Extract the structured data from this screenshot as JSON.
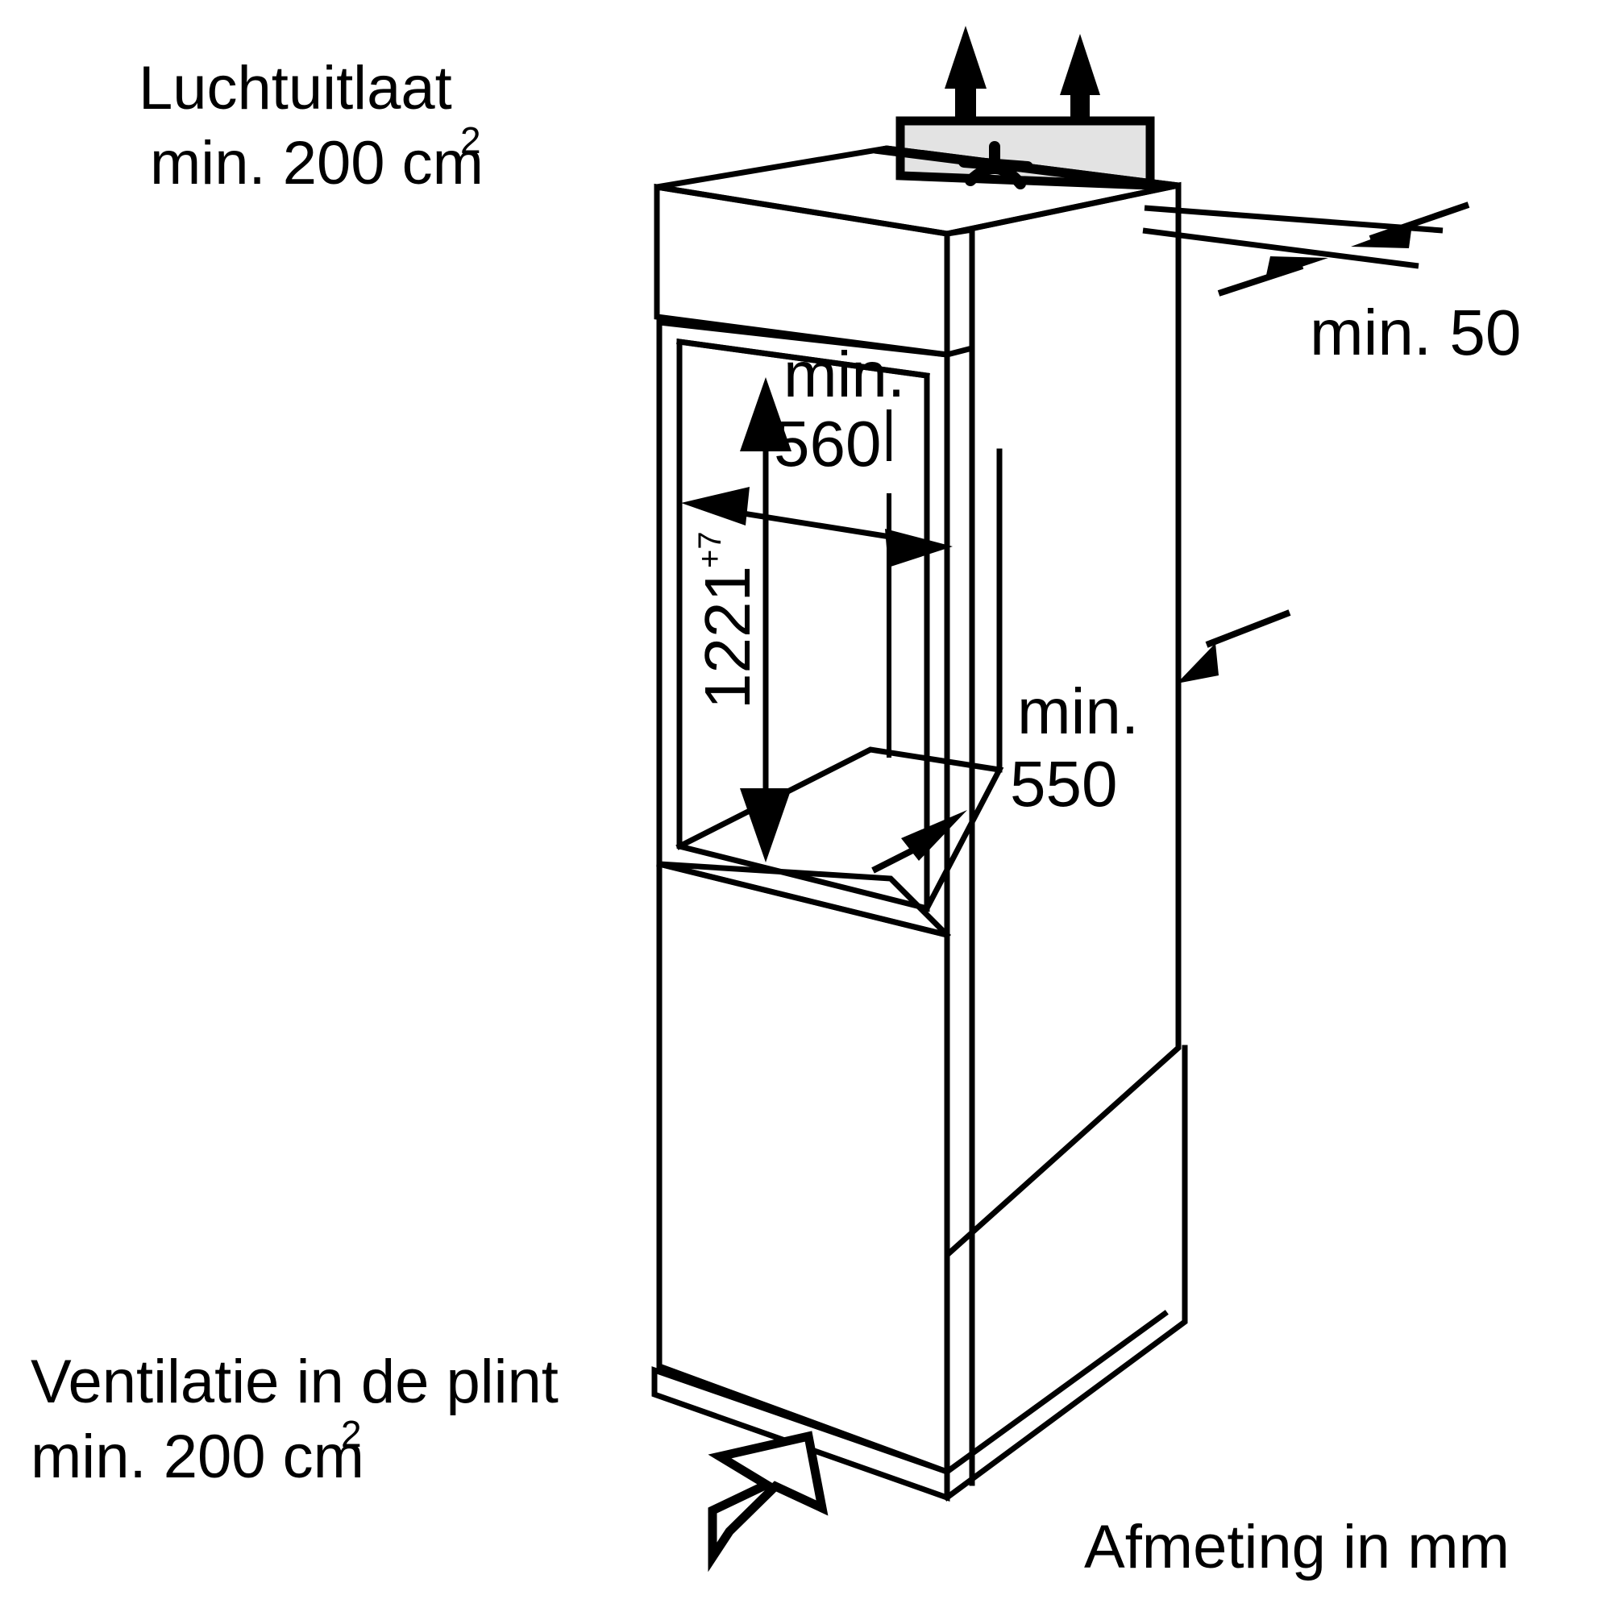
{
  "diagram": {
    "title": "Inbouw nis afmetingen",
    "units_note": "Afmeting in mm",
    "line_color": "#000000",
    "vent_panel_color": "#e3e3e3",
    "background": "#ffffff"
  },
  "labels": {
    "air_outlet": {
      "line1": "Luchtuitlaat",
      "line2_prefix": "min. 200 cm",
      "line2_sup": "2",
      "name": "air-outlet-label"
    },
    "plinth_vent": {
      "line1": "Ventilatie in de plint",
      "line2_prefix": "min. 200 cm",
      "line2_sup": "2",
      "name": "plinth-ventilation-label"
    },
    "gap_top": {
      "text": "min. 50",
      "name": "min-50-label"
    },
    "niche_width": {
      "line1": "min.",
      "line2": "560",
      "name": "min-560-label"
    },
    "niche_depth": {
      "line1": "min.",
      "line2": "550",
      "name": "min-550-label"
    },
    "niche_height": {
      "value": "1221",
      "tolerance": "+7",
      "name": "niche-height-label"
    },
    "units": {
      "text": "Afmeting in mm",
      "name": "units-label"
    }
  },
  "icons": {
    "vent_grille": "vent-grille-icon",
    "air_flow_up_left": "air-flow-up-arrow-left",
    "air_flow_up_right": "air-flow-up-arrow-right",
    "plinth_inflow": "plinth-airflow-arrow",
    "gap_pointer_upper": "gap-arrow-upper",
    "gap_pointer_lower": "gap-arrow-lower",
    "cabinet_pointer": "cabinet-side-pointer",
    "depth_pointer": "depth-pointer-arrow",
    "height_arrow_up": "height-arrow-up",
    "height_arrow_down": "height-arrow-down",
    "width_arrow_left": "width-arrow-left",
    "width_arrow_right": "width-arrow-right"
  }
}
